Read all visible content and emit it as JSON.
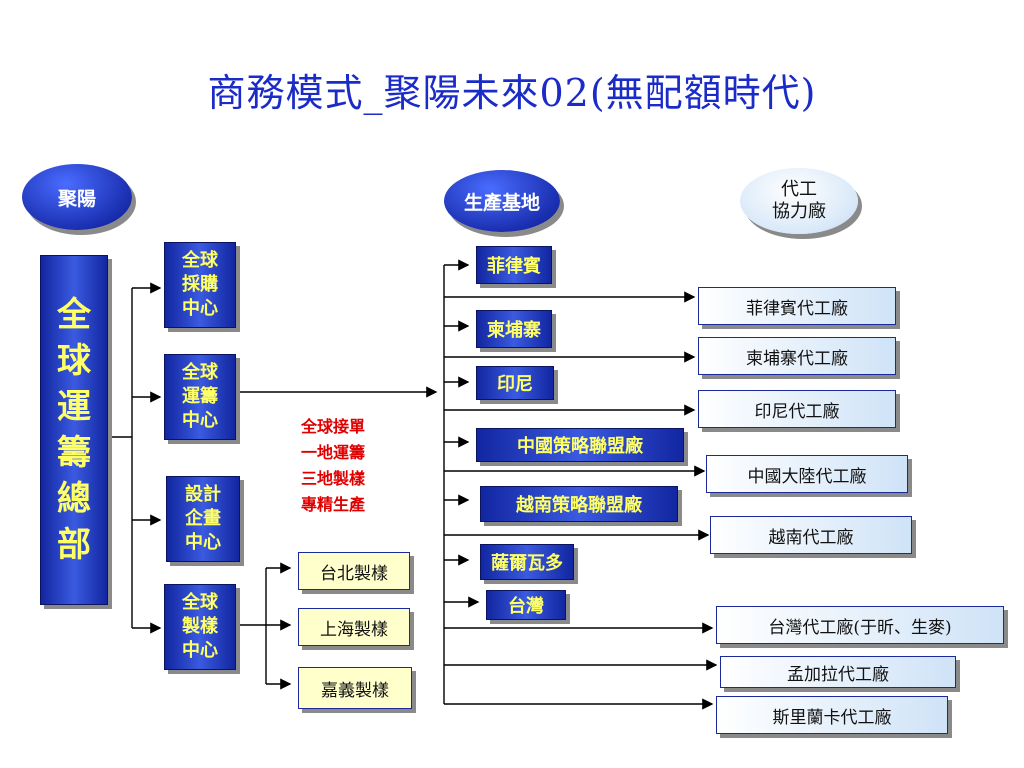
{
  "title": "商務模式_聚陽未來02(無配額時代)",
  "headers": {
    "company": "聚陽",
    "production": "生產基地",
    "oem": "代工\n協力廠"
  },
  "headquarters": "全\n球\n運\n籌\n總\n部",
  "centers": [
    {
      "label": "全球\n採購\n中心"
    },
    {
      "label": "全球\n運籌\n中心"
    },
    {
      "label": "設計\n企畫\n中心"
    },
    {
      "label": "全球\n製樣\n中心"
    }
  ],
  "slogan": "全球接單\n一地運籌\n三地製樣\n專精生產",
  "sampling_sites": [
    "台北製樣",
    "上海製樣",
    "嘉義製樣"
  ],
  "production_bases": [
    "菲律賓",
    "柬埔寨",
    "印尼",
    "中國策略聯盟廠",
    "越南策略聯盟廠",
    "薩爾瓦多",
    "台灣"
  ],
  "oem_factories": [
    "菲律賓代工廠",
    "柬埔寨代工廠",
    "印尼代工廠",
    "中國大陸代工廠",
    "越南代工廠",
    "台灣代工廠(于昕、生麥)",
    "孟加拉代工廠",
    "斯里蘭卡代工廠"
  ],
  "colors": {
    "title": "#1a2bc8",
    "box_blue": "#1f38c8",
    "box_text": "#ffff66",
    "slogan": "#e00000",
    "sample_box": "#ffffcc",
    "oem_box": "#cfe3f7"
  }
}
